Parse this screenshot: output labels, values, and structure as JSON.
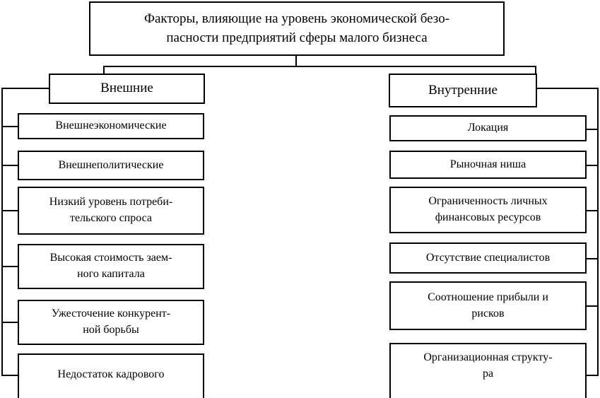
{
  "diagram": {
    "type": "hierarchy-tree",
    "title": "Факторы, влияющие на уровень экономической безо-\nпасности предприятий сферы малого бизнеса",
    "branches": [
      {
        "id": "external",
        "label": "Внешние",
        "items": [
          "Внешнеэкономические",
          "Внешнеполитические",
          "Низкий уровень потреби-\nтельского спроса",
          "Высокая стоимость заем-\nного капитала",
          "Ужесточение конкурент-\nной борьбы",
          "Недостаток кадрового"
        ]
      },
      {
        "id": "internal",
        "label": "Внутренние",
        "items": [
          "Локация",
          "Рыночная ниша",
          "Ограниченность личных\nфинансовых ресурсов",
          "Отсутствие специалистов",
          "Соотношение прибыли и\nрисков",
          "Организационная структу-\nра"
        ]
      }
    ],
    "colors": {
      "background": "#ffffff",
      "stroke": "#000000",
      "text": "#000000"
    }
  }
}
